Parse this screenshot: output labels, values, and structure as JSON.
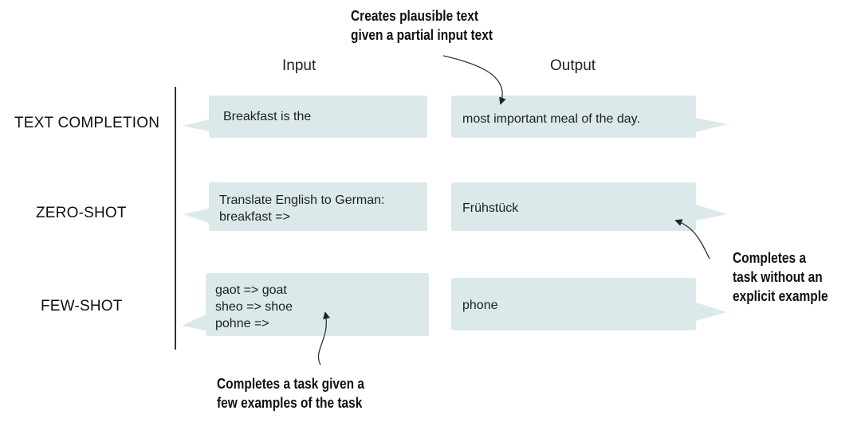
{
  "headers": {
    "input": "Input",
    "output": "Output"
  },
  "rows": [
    {
      "label": "TEXT COMPLETION",
      "input": "Breakfast is the",
      "output": "most important meal of the day."
    },
    {
      "label": "ZERO-SHOT",
      "input": "Translate English to German:\nbreakfast =>",
      "output": "Frühstück"
    },
    {
      "label": "FEW-SHOT",
      "input": "gaot => goat\nsheo => shoe\npohne =>",
      "output": "phone"
    }
  ],
  "annotations": {
    "text_completion": "Creates plausible text\ngiven a partial input text",
    "zero_shot": "Completes a\ntask without an\nexplicit example",
    "few_shot": "Completes a task given a\nfew examples of the task"
  },
  "colors": {
    "bubble": "#dbe9ea",
    "arrow": "#333333"
  }
}
